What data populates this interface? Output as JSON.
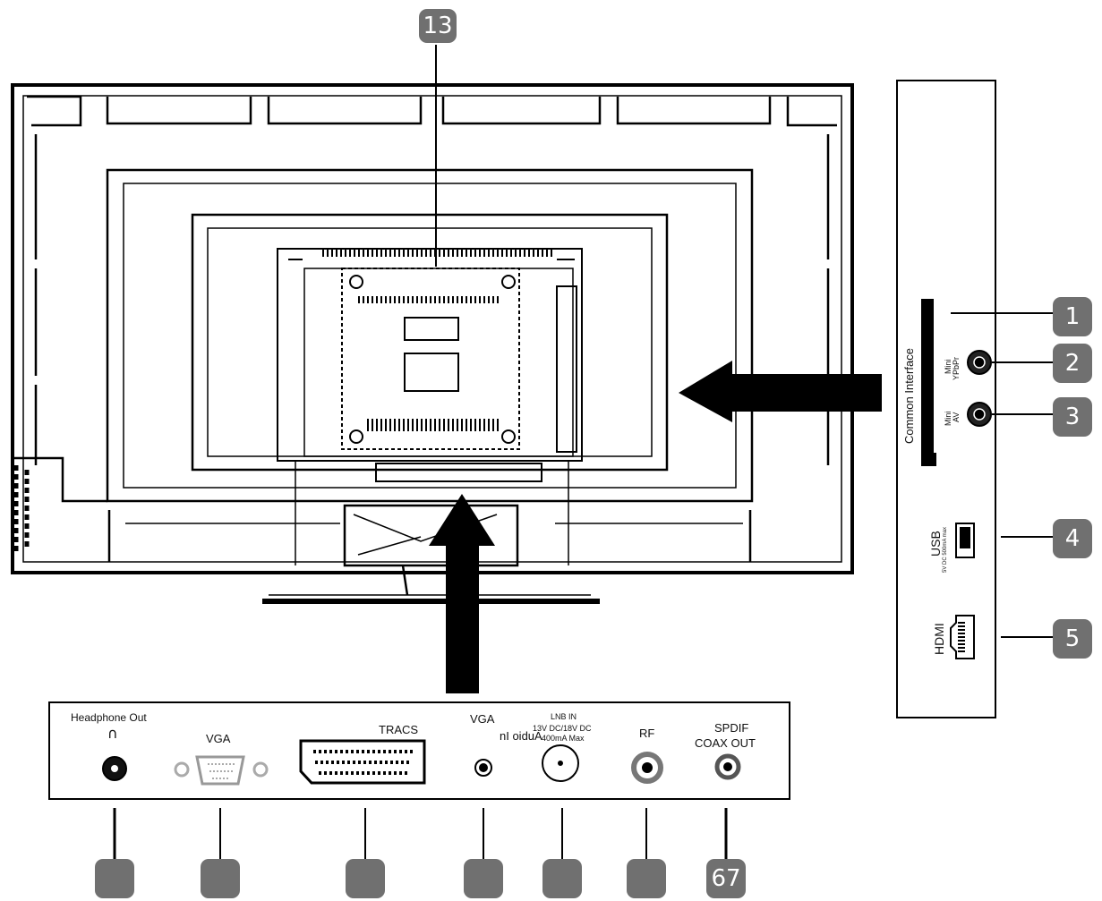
{
  "callouts": {
    "top": "13",
    "side": [
      "1",
      "2",
      "3",
      "4",
      "5"
    ],
    "bottom": [
      "",
      "",
      "",
      "",
      "",
      "",
      "67"
    ]
  },
  "side_panel": {
    "common_interface": "Common Interface",
    "mini_ypbpr": [
      "Mini",
      "YPbPr"
    ],
    "mini_av": [
      "Mini",
      "AV"
    ],
    "usb": "USB",
    "usb_rating": "5V DC 500mA max",
    "hdmi": "HDMI"
  },
  "bottom_panel": {
    "headphone_out": "Headphone Out",
    "vga": "VGA",
    "scart": "TRACS",
    "vga_audio": "VGA",
    "audio_in": "nI oiduA",
    "lnb": [
      "LNB IN",
      "13V DC/18V DC",
      "400mA Max"
    ],
    "rf": "RF",
    "spdif": [
      "SPDIF",
      "COAX OUT"
    ]
  },
  "colors": {
    "badge": "#707070",
    "ink": "#000000"
  }
}
